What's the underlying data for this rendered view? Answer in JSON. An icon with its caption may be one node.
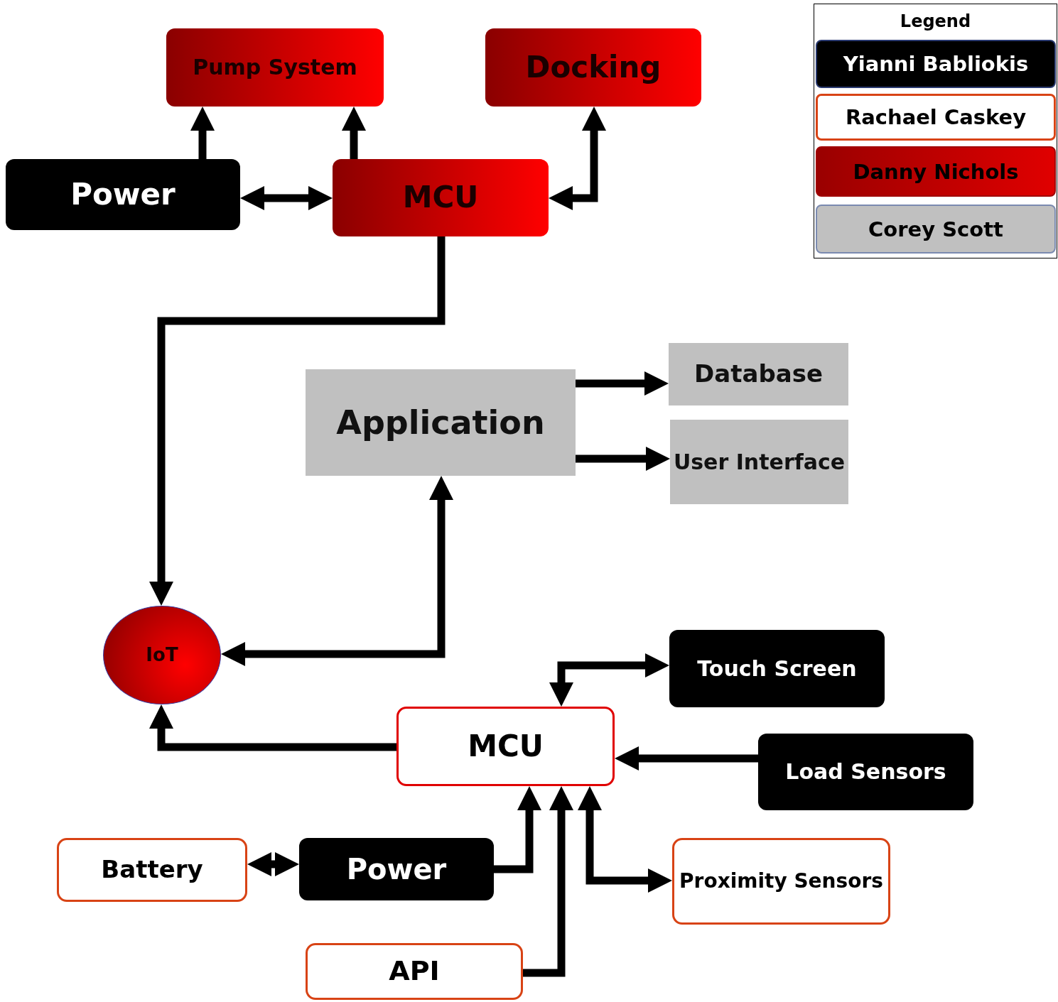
{
  "diagram": {
    "nodes": [
      {
        "text": [
          "Pump System"
        ]
      },
      {
        "text": [
          "Docking"
        ]
      },
      {
        "text": [
          "Power"
        ]
      },
      {
        "text": [
          "MCU"
        ]
      },
      {
        "text": [
          "Application"
        ]
      },
      {
        "text": [
          "Database"
        ]
      },
      {
        "text": [
          "User Interface"
        ]
      },
      {
        "text": [
          "IoT"
        ]
      },
      {
        "text": [
          "Touch Screen"
        ]
      },
      {
        "text": [
          "MCU"
        ]
      },
      {
        "text": [
          "Load Sensors"
        ]
      },
      {
        "text": [
          "Battery"
        ]
      },
      {
        "text": [
          "Power"
        ]
      },
      {
        "text": [
          "Proximity Sensors"
        ]
      },
      {
        "text": [
          "API"
        ]
      }
    ],
    "edges": [
      {
        "from": 2,
        "to": 0,
        "arrow": "to"
      },
      {
        "from": 3,
        "to": 0,
        "arrow": "to"
      },
      {
        "from": 2,
        "to": 3,
        "arrow": "both"
      },
      {
        "from": 3,
        "to": 1,
        "arrow": "both"
      },
      {
        "from": 3,
        "to": 7,
        "arrow": "to"
      },
      {
        "from": 4,
        "to": 5,
        "arrow": "to"
      },
      {
        "from": 4,
        "to": 6,
        "arrow": "to"
      },
      {
        "from": 7,
        "to": 4,
        "arrow": "both"
      },
      {
        "from": 9,
        "to": 8,
        "arrow": "both"
      },
      {
        "from": 9,
        "to": 7,
        "arrow": "to"
      },
      {
        "from": 10,
        "to": 9,
        "arrow": "to"
      },
      {
        "from": 11,
        "to": 12,
        "arrow": "both"
      },
      {
        "from": 12,
        "to": 9,
        "arrow": "to"
      },
      {
        "from": 14,
        "to": 9,
        "arrow": "to"
      },
      {
        "from": 9,
        "to": 13,
        "arrow": "both"
      }
    ],
    "labels": [
      "Legend"
    ],
    "legend": [
      {
        "text": "Yianni Babliokis",
        "color": "#000000"
      },
      {
        "text": "Rachael Caskey",
        "color": "#ffffff"
      },
      {
        "text": "Danny Nichols",
        "color": "#e00000"
      },
      {
        "text": "Corey Scott",
        "color": "#c0c0c0"
      }
    ]
  }
}
